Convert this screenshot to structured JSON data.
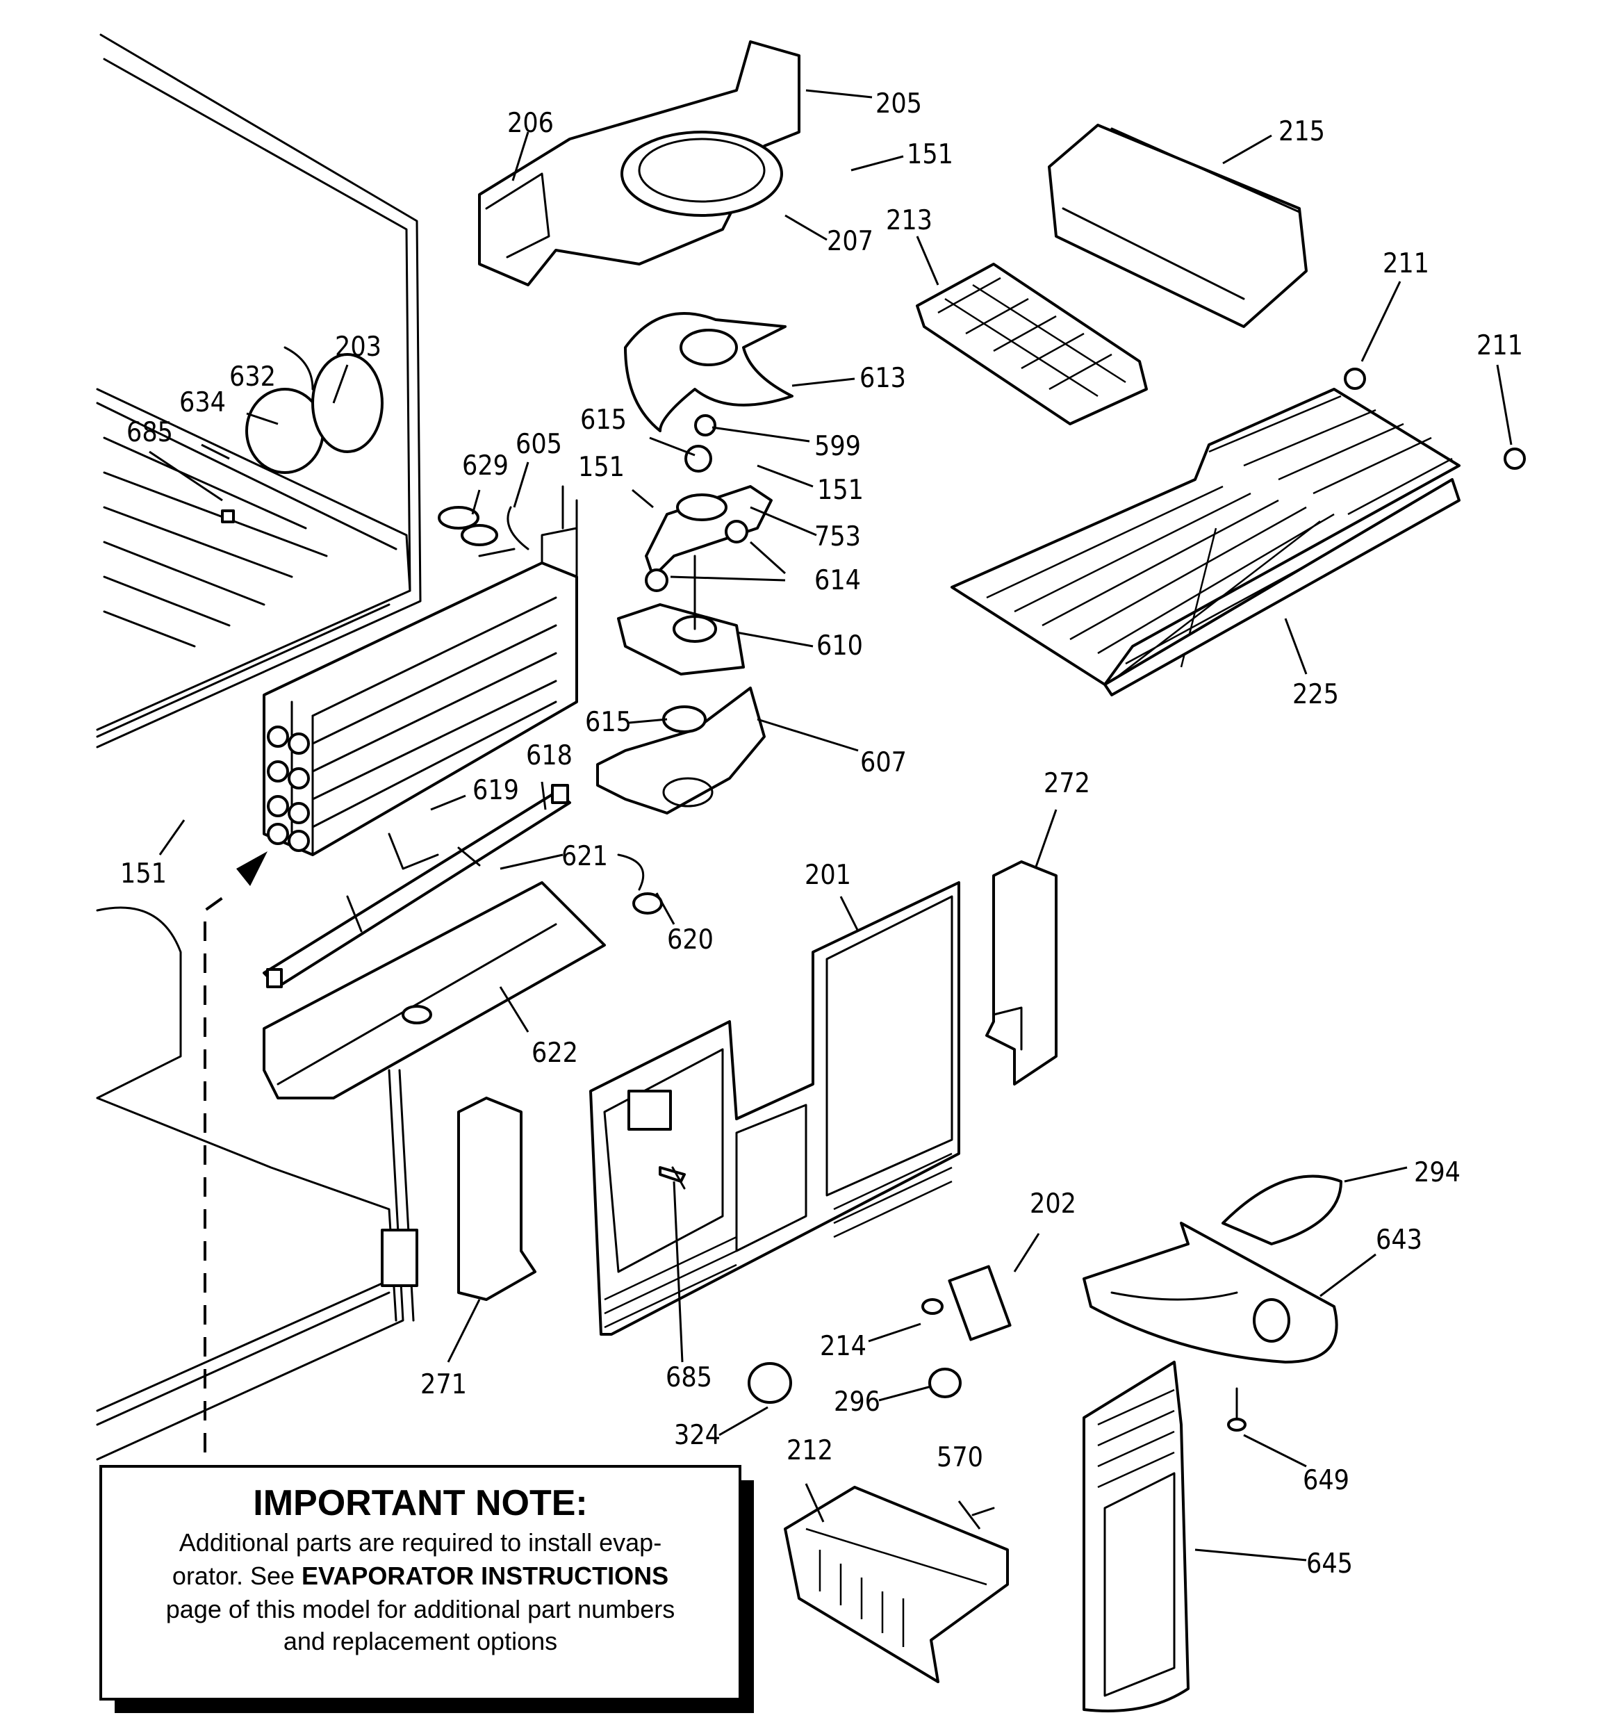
{
  "note": {
    "title": "IMPORTANT NOTE:",
    "line1": "Additional parts are required to install evap-",
    "line2_prefix": "orator.  See ",
    "line2_bold": "EVAPORATOR INSTRUCTIONS",
    "line3": "page of this model for additional part numbers",
    "line4": "and replacement options"
  },
  "callouts": [
    {
      "id": "c-205",
      "text": "205"
    },
    {
      "id": "c-206",
      "text": "206"
    },
    {
      "id": "c-151a",
      "text": "151"
    },
    {
      "id": "c-207",
      "text": "207"
    },
    {
      "id": "c-215",
      "text": "215"
    },
    {
      "id": "c-213",
      "text": "213"
    },
    {
      "id": "c-211a",
      "text": "211"
    },
    {
      "id": "c-211b",
      "text": "211"
    },
    {
      "id": "c-203",
      "text": "203"
    },
    {
      "id": "c-632",
      "text": "632"
    },
    {
      "id": "c-634",
      "text": "634"
    },
    {
      "id": "c-685a",
      "text": "685"
    },
    {
      "id": "c-613",
      "text": "613"
    },
    {
      "id": "c-615a",
      "text": "615"
    },
    {
      "id": "c-599",
      "text": "599"
    },
    {
      "id": "c-151b",
      "text": "151"
    },
    {
      "id": "c-151c",
      "text": "151"
    },
    {
      "id": "c-629",
      "text": "629"
    },
    {
      "id": "c-605",
      "text": "605"
    },
    {
      "id": "c-753",
      "text": "753"
    },
    {
      "id": "c-614",
      "text": "614"
    },
    {
      "id": "c-610",
      "text": "610"
    },
    {
      "id": "c-225",
      "text": "225"
    },
    {
      "id": "c-615b",
      "text": "615"
    },
    {
      "id": "c-607",
      "text": "607"
    },
    {
      "id": "c-618",
      "text": "618"
    },
    {
      "id": "c-619",
      "text": "619"
    },
    {
      "id": "c-272",
      "text": "272"
    },
    {
      "id": "c-151d",
      "text": "151"
    },
    {
      "id": "c-621",
      "text": "621"
    },
    {
      "id": "c-201",
      "text": "201"
    },
    {
      "id": "c-620",
      "text": "620"
    },
    {
      "id": "c-622",
      "text": "622"
    },
    {
      "id": "c-294",
      "text": "294"
    },
    {
      "id": "c-202",
      "text": "202"
    },
    {
      "id": "c-643",
      "text": "643"
    },
    {
      "id": "c-214",
      "text": "214"
    },
    {
      "id": "c-271",
      "text": "271"
    },
    {
      "id": "c-685b",
      "text": "685"
    },
    {
      "id": "c-296",
      "text": "296"
    },
    {
      "id": "c-324",
      "text": "324"
    },
    {
      "id": "c-649",
      "text": "649"
    },
    {
      "id": "c-212",
      "text": "212"
    },
    {
      "id": "c-570",
      "text": "570"
    },
    {
      "id": "c-645",
      "text": "645"
    }
  ]
}
